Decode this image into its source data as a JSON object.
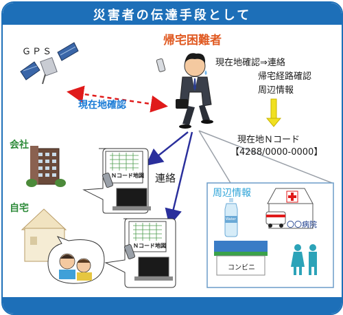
{
  "header": {
    "title": "災害者の伝達手段として"
  },
  "labels": {
    "gps": "ＧＰＳ",
    "person": "帰宅困難者",
    "current_location_check": "現在地確認",
    "company": "会社",
    "home": "自宅",
    "contact": "連絡"
  },
  "actions": {
    "step1": "現在地確認⇒連絡",
    "step2": "帰宅経路確認",
    "step3": "周辺情報"
  },
  "ncode": {
    "title": "現在地Ｎコード",
    "value": "【4288/0000-0000】"
  },
  "screen": {
    "label": "Ｎコード地図"
  },
  "surroundings": {
    "title": "周辺情報",
    "hospital": "〇〇病院",
    "convenience": "コンビニ",
    "water": "Water"
  },
  "colors": {
    "primary_blue": "#1d6fb8",
    "person_title": "#e05a22",
    "arrow_red": "#e01a1a",
    "link_blue": "#1a7bd6",
    "arrow_navy": "#2a2f9c",
    "arrow_yellow": "#f0e020",
    "company_green": "#2e8b3a"
  },
  "icons": [
    "satellite-icon",
    "person-icon",
    "phone-icon",
    "building-icon",
    "house-icon",
    "laptop-icon",
    "hospital-icon",
    "water-bottle-icon",
    "store-icon",
    "toilet-icon",
    "ambulance-icon"
  ]
}
